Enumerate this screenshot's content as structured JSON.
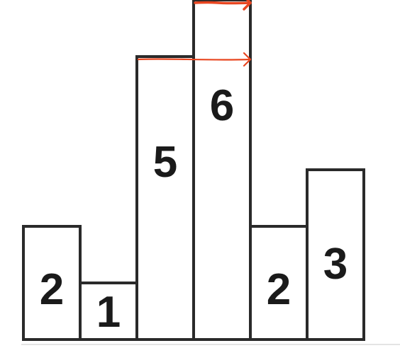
{
  "diagram": {
    "type": "bar-histogram",
    "bars": [
      {
        "value": 2,
        "label": "2"
      },
      {
        "value": 1,
        "label": "1"
      },
      {
        "value": 5,
        "label": "5"
      },
      {
        "value": 6,
        "label": "6"
      },
      {
        "value": 2,
        "label": "2"
      },
      {
        "value": 3,
        "label": "3"
      }
    ],
    "colors": {
      "bar_fill": "#ffffff",
      "bar_stroke": "#2a2a2a",
      "label": "#1a1a1a",
      "arrow": "#e8451f"
    },
    "annotations": [
      {
        "kind": "arrow",
        "from_bar": 2,
        "to_bar": 3,
        "level_bar": 2
      },
      {
        "kind": "arrow",
        "from_bar": 3,
        "to_bar": 3,
        "level_bar": 3
      }
    ]
  }
}
